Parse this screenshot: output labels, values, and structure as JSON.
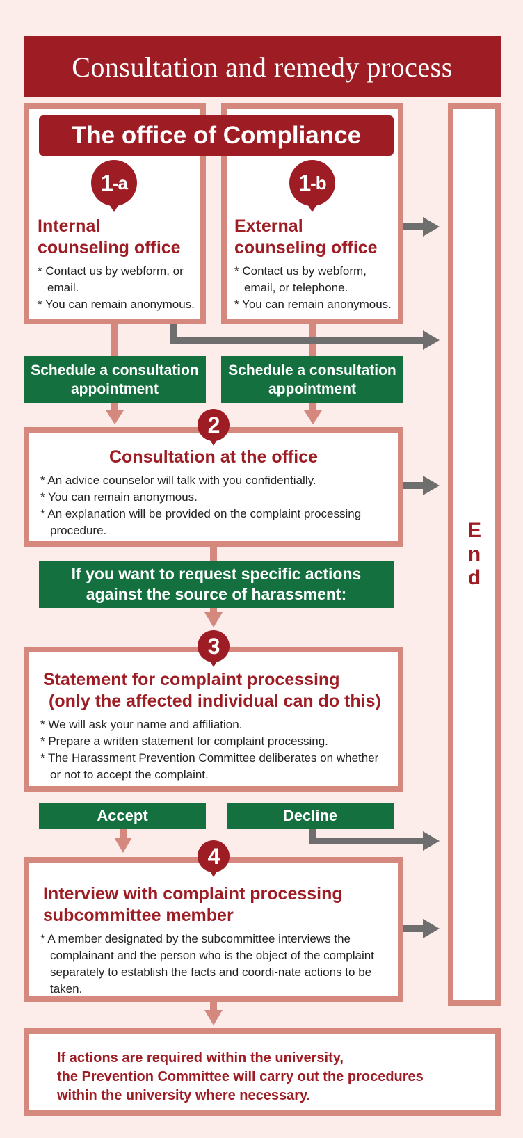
{
  "title": "Consultation and remedy process",
  "office_banner": "The office of Compliance",
  "step_1a": {
    "badge_num": "1",
    "badge_sub": "-a",
    "heading_line1": "Internal",
    "heading_line2": "counseling office",
    "notes": [
      "Contact us by webform, or email.",
      "You can remain anonymous."
    ]
  },
  "step_1b": {
    "badge_num": "1",
    "badge_sub": "-b",
    "heading_line1": "External",
    "heading_line2": "counseling office",
    "notes": [
      "Contact us by webform, email, or telephone.",
      "You can remain anonymous."
    ]
  },
  "schedule_left": {
    "line1": "Schedule a consultation",
    "line2": "appointment"
  },
  "schedule_right": {
    "line1": "Schedule a consultation",
    "line2": "appointment"
  },
  "step_2": {
    "badge": "2",
    "heading": "Consultation at the office",
    "notes": [
      "An advice counselor will talk with you confidentially.",
      "You can remain anonymous.",
      "An explanation will be provided on the complaint processing procedure."
    ]
  },
  "request_actions": {
    "line1": "If you want to request specific actions",
    "line2": "against the source of harassment:"
  },
  "step_3": {
    "badge": "3",
    "heading_line1": "Statement for complaint processing",
    "heading_line2": "(only the affected individual can do this)",
    "notes": [
      "We will ask your name and affiliation.",
      "Prepare a written statement for complaint processing.",
      "The Harassment Prevention Committee deliberates on whether or not to accept the complaint."
    ]
  },
  "accept_label": "Accept",
  "decline_label": "Decline",
  "step_4": {
    "badge": "4",
    "heading_line1": "Interview with complaint processing",
    "heading_line2": "subcommittee member",
    "notes": [
      "A member designated by the subcommittee interviews the complainant and the person who is the object of the complaint separately to establish the facts and coordi-nate actions to be taken."
    ]
  },
  "end_label": [
    "E",
    "n",
    "d"
  ],
  "final_box": {
    "line1": "If actions are required within the university,",
    "line2": "the Prevention Committee will carry out the procedures",
    "line3": "within the university where necessary."
  },
  "colors": {
    "title_bg": "#9e1c24",
    "box_border": "#d4887e",
    "green": "#157040",
    "arrow_gray": "#6e6e6e",
    "background": "#fcecea"
  }
}
